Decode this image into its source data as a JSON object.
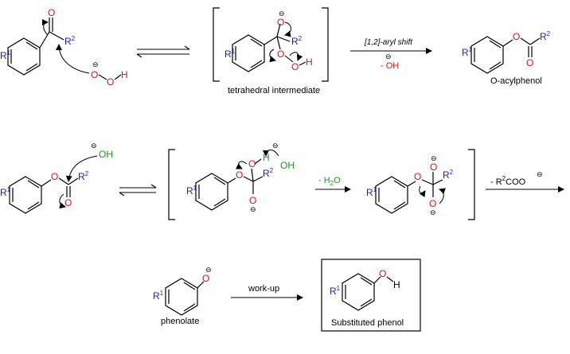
{
  "labels": {
    "tetrahedral_intermediate": "tetrahedral intermediate",
    "o_acylphenol": "O-acylphenol",
    "phenolate": "phenolate",
    "substituted_phenol": "Substituted phenol"
  },
  "conditions": {
    "aryl_shift": "[1,2]-aryl shift",
    "minus_oh": "- OH",
    "minus_water": "- H",
    "minus_water_sub": "2",
    "minus_water_tail": "O",
    "minus_carboxylate_prefix": "- R",
    "minus_carboxylate_sup": "2",
    "minus_carboxylate_tail": "COO",
    "work_up": "work-up"
  },
  "atoms": {
    "r1": "R",
    "r1_sup": "1",
    "r2": "R",
    "r2_sup": "2",
    "oxygen": "O",
    "hydrogen": "H",
    "hydroxide": "OH",
    "minus": "⊖"
  },
  "colors": {
    "substituent": "#1a1ad0",
    "oxygen": "#e01010",
    "hydroxide": "#1a9a1a",
    "bond": "#000000"
  }
}
